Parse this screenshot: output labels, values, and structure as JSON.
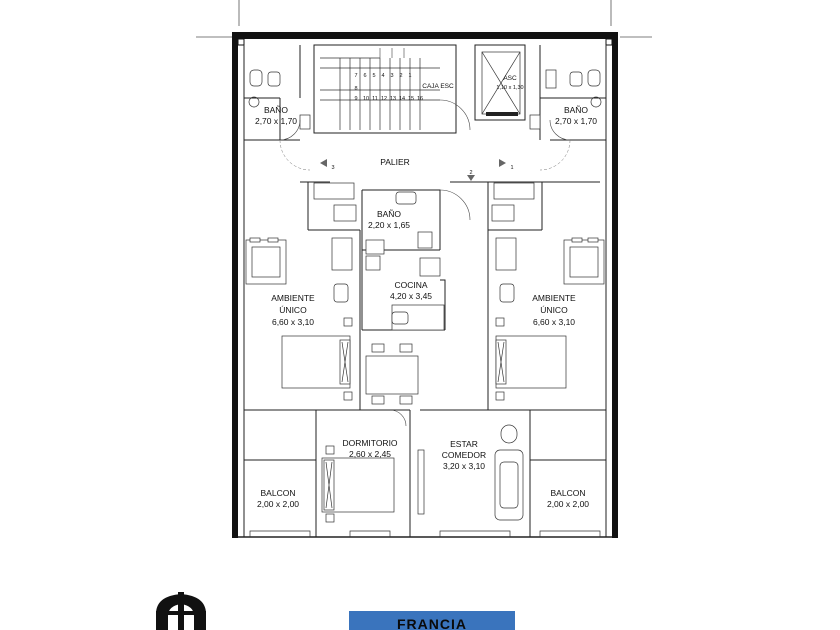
{
  "rooms": {
    "bano_left": {
      "name": "BAÑO",
      "dims": "2,70 x 1,70"
    },
    "bano_right": {
      "name": "BAÑO",
      "dims": "2,70 x 1,70"
    },
    "bano_center": {
      "name": "BAÑO",
      "dims": "2,20 x 1,65"
    },
    "cocina": {
      "name": "COCINA",
      "dims": "4,20 x 3,45"
    },
    "ambiente_left": {
      "name_line1": "AMBIENTE",
      "name_line2": "ÚNICO",
      "dims": "6,60 x 3,10"
    },
    "ambiente_right": {
      "name_line1": "AMBIENTE",
      "name_line2": "ÚNICO",
      "dims": "6,60 x 3,10"
    },
    "dormitorio": {
      "name": "DORMITORIO",
      "dims": "2,60 x 2,45"
    },
    "estar": {
      "name_line1": "ESTAR",
      "name_line2": "COMEDOR",
      "dims": "3,20 x 3,10"
    },
    "balcon_left": {
      "name": "BALCON",
      "dims": "2,00 x 2,00"
    },
    "balcon_right": {
      "name": "BALCON",
      "dims": "2,00 x 2,00"
    },
    "palier": {
      "name": "PALIER"
    },
    "caja_esc": {
      "name": "CAJA ESC"
    },
    "asc": {
      "name": "ASC",
      "dims": "1,10 x 1,30"
    }
  },
  "stair_steps": {
    "top_row": [
      "7",
      "6",
      "5",
      "4",
      "3",
      "2",
      "1"
    ],
    "mid": "8",
    "bottom_row": [
      "9",
      "10",
      "11",
      "12",
      "13",
      "14",
      "15",
      "16"
    ]
  },
  "unit_numbers": {
    "left": "3",
    "center": "2",
    "right": "1"
  },
  "street": {
    "name": "FRANCIA"
  },
  "colors": {
    "banner": "#3a74bd",
    "walls": "#111111"
  },
  "icons": {
    "logo": "double-arch-logo-icon"
  }
}
